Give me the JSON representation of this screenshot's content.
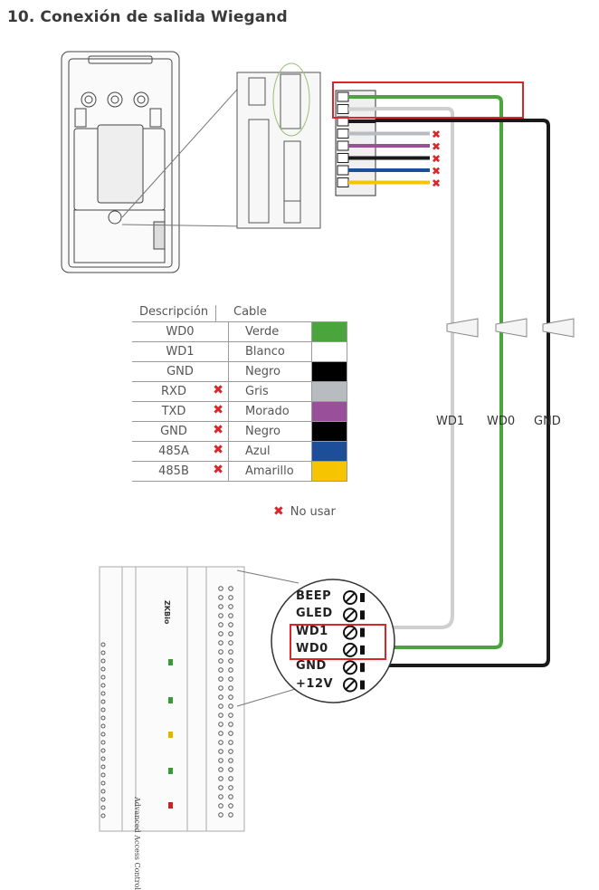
{
  "title": "10. Conexión de salida Wiegand",
  "table": {
    "header_desc": "Descripción",
    "header_cable": "Cable",
    "rows": [
      {
        "desc": "WD0",
        "cable": "Verde",
        "color": "#4aa63c",
        "no_usar": false
      },
      {
        "desc": "WD1",
        "cable": "Blanco",
        "color": "#ffffff",
        "no_usar": false
      },
      {
        "desc": "GND",
        "cable": "Negro",
        "color": "#000000",
        "no_usar": false
      },
      {
        "desc": "RXD",
        "cable": "Gris",
        "color": "#b8bcc0",
        "no_usar": true
      },
      {
        "desc": "TXD",
        "cable": "Morado",
        "color": "#9a4f9a",
        "no_usar": true
      },
      {
        "desc": "GND",
        "cable": "Negro",
        "color": "#000000",
        "no_usar": true
      },
      {
        "desc": "485A",
        "cable": "Azul",
        "color": "#1d4e9a",
        "no_usar": true
      },
      {
        "desc": "485B",
        "cable": "Amarillo",
        "color": "#f6c400",
        "no_usar": true
      }
    ]
  },
  "legend": {
    "mark": "✖",
    "label": "No usar"
  },
  "wire_labels": {
    "wd1": "WD1",
    "wd0": "WD0",
    "gnd": "GND"
  },
  "terminal_labels": [
    "BEEP",
    "GLED",
    "WD1",
    "WD0",
    "GND",
    "+12V"
  ],
  "controller_text": "Advanced Access Control",
  "colors": {
    "highlight": "#d8262a",
    "green": "#4aa63c",
    "black": "#1a1a1a",
    "white_wire": "#d9d9d9"
  }
}
